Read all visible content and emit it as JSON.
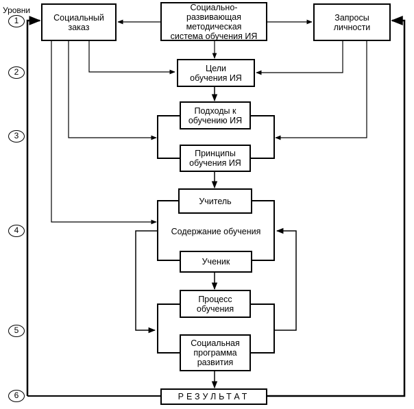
{
  "levels_title": "Уровни",
  "levels": [
    "1",
    "2",
    "3",
    "4",
    "5",
    "6"
  ],
  "nodes": {
    "social_order": "Социальный\nзаказ",
    "method_system": "Социально-\nразвивающая\nметодическая\nсистема обучения ИЯ",
    "personal_requests": "Запросы\nличности",
    "goals": "Цели\nобучения ИЯ",
    "approaches": "Подходы к\nобучению ИЯ",
    "principles": "Принципы\nобучения ИЯ",
    "teacher": "Учитель",
    "content": "Содержание обучения",
    "student": "Ученик",
    "process": "Процесс\nобучения",
    "social_program": "Социальная\nпрограмма\nразвития",
    "result": "РЕЗУЛЬТАТ"
  }
}
